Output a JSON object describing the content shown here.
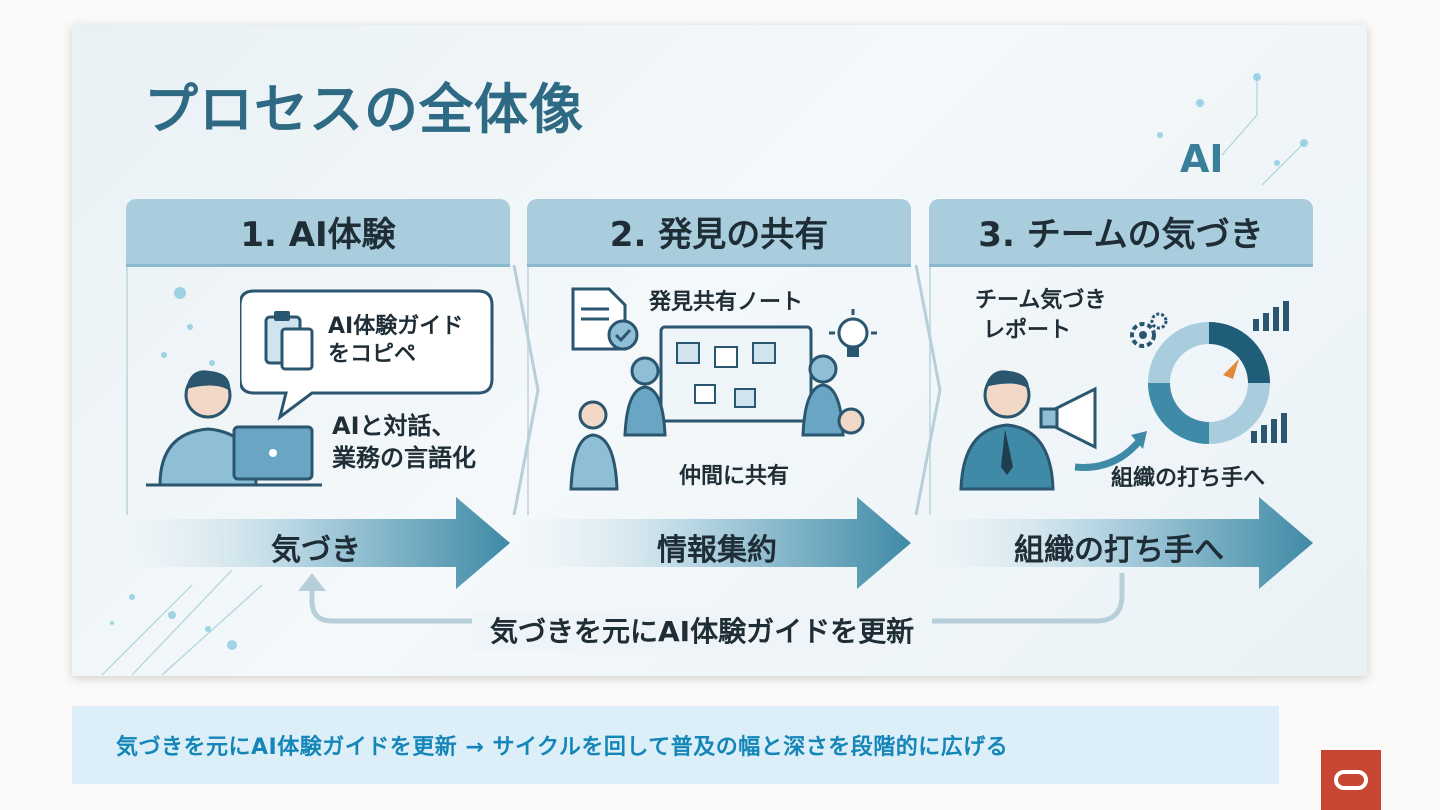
{
  "slide": {
    "title": "プロセスの全体像",
    "ai_logo": "AI",
    "panels": [
      {
        "header": "1. AI体験",
        "bubble_text": [
          "AI体験ガイド",
          "をコピペ"
        ],
        "body_text": [
          "AIと対話、",
          "業務の言語化"
        ],
        "arrow_label": "気づき"
      },
      {
        "header": "2. 発見の共有",
        "note_title": "発見共有ノート",
        "body_text": "仲間に共有",
        "arrow_label": "情報集約"
      },
      {
        "header": "3. チームの気づき",
        "report_title": [
          "チーム気づき",
          "レポート"
        ],
        "body_text": "組織の打ち手へ",
        "arrow_label": "組織の打ち手へ"
      }
    ],
    "loop_text": "気づきを元にAI体験ガイドを更新"
  },
  "caption": {
    "text": "気づきを元にAI体験ガイドを更新 → サイクルを回して普及の幅と深さを段階的に広げる"
  },
  "colors": {
    "title": "#2f6a84",
    "header_fill": "#a9cddd",
    "arrow": "#3f8aa6",
    "caption_bg": "#dceef8",
    "caption_text": "#1486b8",
    "brand": "#c74634"
  },
  "icons": [
    "clipboard-icon",
    "person-laptop-icon",
    "document-check-icon",
    "lightbulb-icon",
    "team-board-icon",
    "gear-icon",
    "megaphone-icon",
    "donut-chart-icon",
    "bar-chart-icon",
    "brand-logo-icon"
  ]
}
